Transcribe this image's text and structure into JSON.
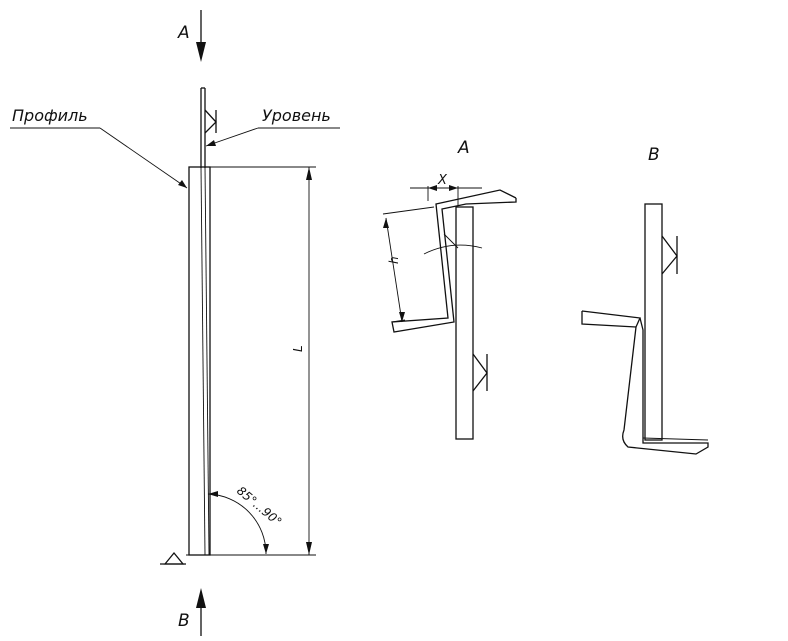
{
  "labels": {
    "view_top_arrow": "A",
    "view_bottom_arrow": "B",
    "profile": "Профиль",
    "level": "Уровень",
    "length": "L",
    "angle": "85°...90°",
    "view_a_title": "A",
    "view_b_title": "B",
    "dim_x": "X",
    "dim_h": "h"
  }
}
